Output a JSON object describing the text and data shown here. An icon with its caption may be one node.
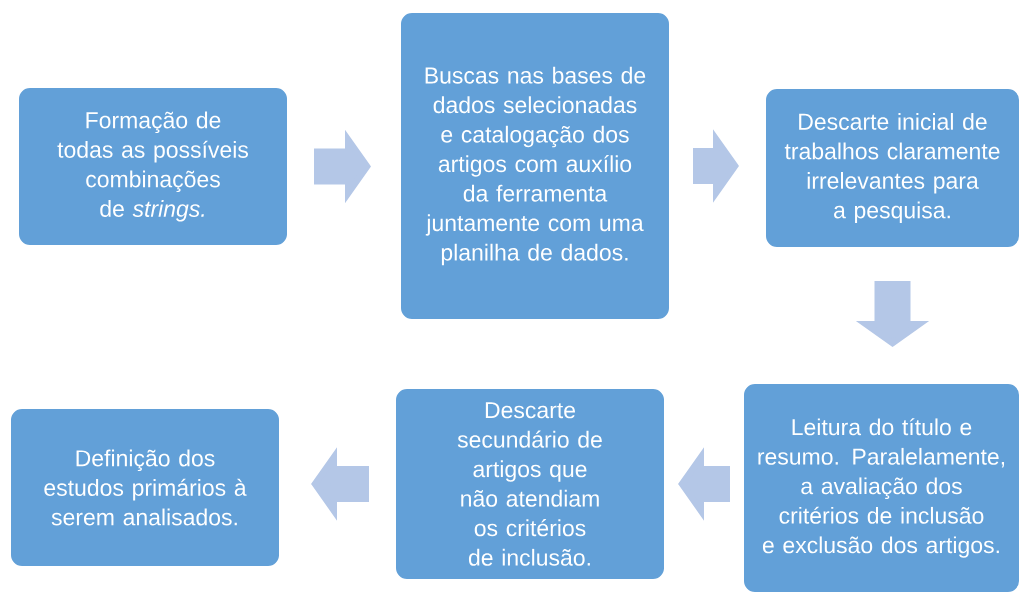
{
  "diagram": {
    "nodes": [
      {
        "text": [
          "Formação de todas as possíveis combinações de *strings.*"
        ]
      },
      {
        "text": [
          "Buscas nas bases de dados selecionadas e catalogação dos artigos com auxílio da ferramenta juntamente com uma planilha de dados."
        ]
      },
      {
        "text": [
          "Descarte inicial de trabalhos claramente irrelevantes para a pesquisa."
        ]
      },
      {
        "text": [
          "Leitura do título e resumo. Paralelamente, a avaliação dos critérios de inclusão e exclusão dos artigos."
        ]
      },
      {
        "text": [
          "Descarte secundário de artigos que não atendiam os critérios de inclusão."
        ]
      },
      {
        "text": [
          "Definição dos estudos primários à serem analisados."
        ]
      }
    ],
    "edges": [
      {
        "from": 0,
        "to": 1,
        "arrow": "to"
      },
      {
        "from": 1,
        "to": 2,
        "arrow": "to"
      },
      {
        "from": 2,
        "to": 3,
        "arrow": "to"
      },
      {
        "from": 3,
        "to": 4,
        "arrow": "to"
      },
      {
        "from": 4,
        "to": 5,
        "arrow": "to"
      }
    ]
  }
}
